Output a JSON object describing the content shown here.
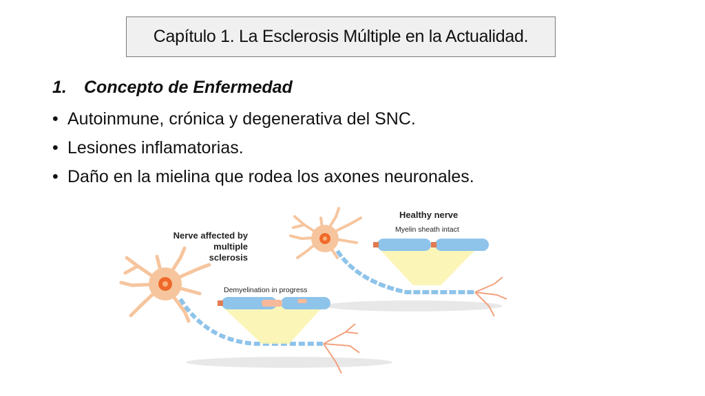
{
  "slide": {
    "title": "Capítulo 1. La Esclerosis Múltiple en la Actualidad.",
    "heading_number": "1.",
    "heading_text": "Concepto de Enfermedad",
    "bullet_glyph": "•",
    "bullets": [
      "Autoinmune, crónica y degenerativa del SNC.",
      "Lesiones inflamatorias.",
      "Daño en la mielina que rodea los axones neuronales."
    ]
  },
  "figure": {
    "affected_label_line1": "Nerve affected by",
    "affected_label_line2": "multiple",
    "affected_label_line3": "sclerosis",
    "demyelination_label": "Demyelination in progress",
    "healthy_label": "Healthy nerve",
    "myelin_label": "Myelin sheath intact",
    "colors": {
      "neuron_body": "#f6c59e",
      "nucleus": "#ef6a2a",
      "myelin": "#8ec3ea",
      "axon_dots": "#e07b52",
      "magnify": "#fbf5b0"
    }
  }
}
